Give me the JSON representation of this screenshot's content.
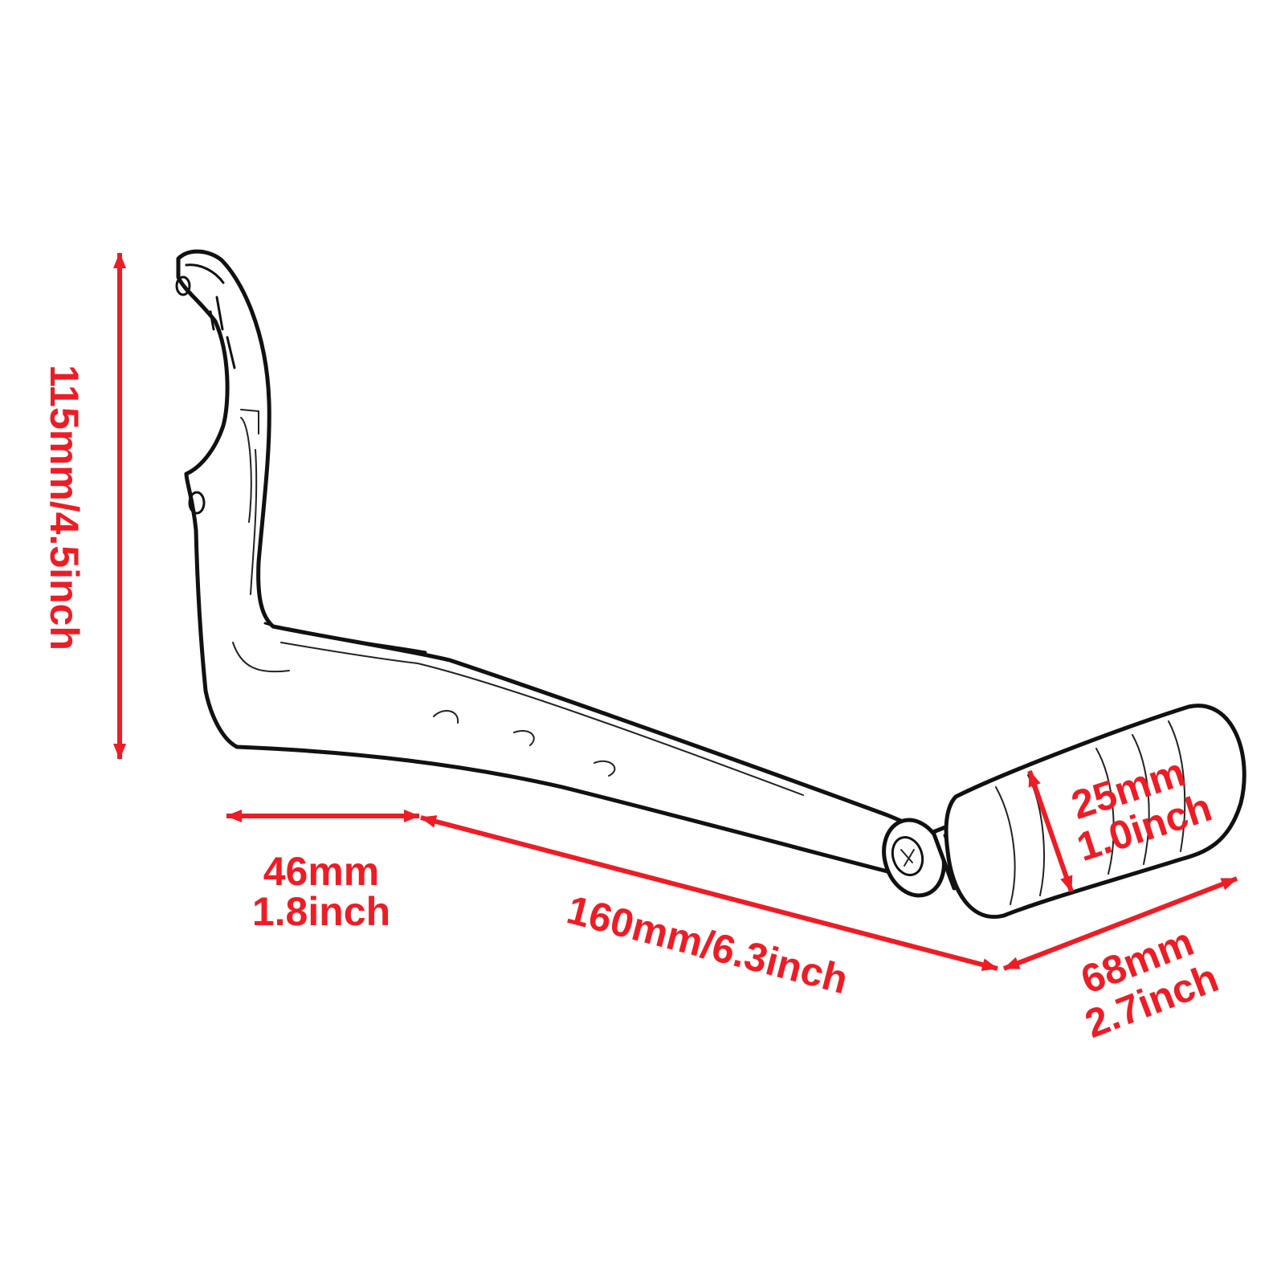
{
  "colors": {
    "dimension": "#ee1c25",
    "outline": "#111111",
    "background": "#ffffff"
  },
  "dimensions": {
    "height": {
      "label": "115mm/4.5inch"
    },
    "offset": {
      "line1": "46mm",
      "line2": "1.8inch"
    },
    "length": {
      "label": "160mm/6.3inch"
    },
    "peg_length": {
      "line1": "68mm",
      "line2": "2.7inch"
    },
    "peg_diameter": {
      "line1": "25mm",
      "line2": "1.0inch"
    }
  }
}
